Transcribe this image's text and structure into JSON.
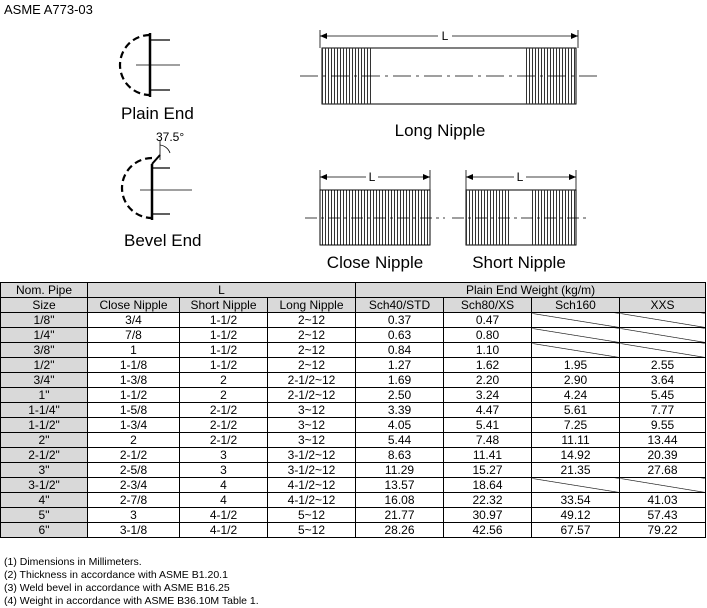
{
  "document": {
    "title": "ASME A773-03"
  },
  "figures": {
    "plain_end": "Plain End",
    "bevel_end": "Bevel End",
    "bevel_angle": "37.5°",
    "long_nipple": "Long Nipple",
    "close_nipple": "Close Nipple",
    "short_nipple": "Short Nipple",
    "length_symbol": "L"
  },
  "table": {
    "headers": {
      "nom_pipe": "Nom. Pipe",
      "size": "Size",
      "l": "L",
      "weight": "Plain End Weight (kg/m)",
      "close_nipple": "Close Nipple",
      "short_nipple": "Short Nipple",
      "long_nipple": "Long Nipple",
      "sch40": "Sch40/STD",
      "sch80": "Sch80/XS",
      "sch160": "Sch160",
      "xxs": "XXS"
    },
    "rows": [
      [
        "1/8\"",
        "3/4",
        "1-1/2",
        "2~12",
        "0.37",
        "0.47",
        "",
        ""
      ],
      [
        "1/4\"",
        "7/8",
        "1-1/2",
        "2~12",
        "0.63",
        "0.80",
        "",
        ""
      ],
      [
        "3/8\"",
        "1",
        "1-1/2",
        "2~12",
        "0.84",
        "1.10",
        "",
        ""
      ],
      [
        "1/2\"",
        "1-1/8",
        "1-1/2",
        "2~12",
        "1.27",
        "1.62",
        "1.95",
        "2.55"
      ],
      [
        "3/4\"",
        "1-3/8",
        "2",
        "2-1/2~12",
        "1.69",
        "2.20",
        "2.90",
        "3.64"
      ],
      [
        "1\"",
        "1-1/2",
        "2",
        "2-1/2~12",
        "2.50",
        "3.24",
        "4.24",
        "5.45"
      ],
      [
        "1-1/4\"",
        "1-5/8",
        "2-1/2",
        "3~12",
        "3.39",
        "4.47",
        "5.61",
        "7.77"
      ],
      [
        "1-1/2\"",
        "1-3/4",
        "2-1/2",
        "3~12",
        "4.05",
        "5.41",
        "7.25",
        "9.55"
      ],
      [
        "2\"",
        "2",
        "2-1/2",
        "3~12",
        "5.44",
        "7.48",
        "11.11",
        "13.44"
      ],
      [
        "2-1/2\"",
        "2-1/2",
        "3",
        "3-1/2~12",
        "8.63",
        "11.41",
        "14.92",
        "20.39"
      ],
      [
        "3\"",
        "2-5/8",
        "3",
        "3-1/2~12",
        "11.29",
        "15.27",
        "21.35",
        "27.68"
      ],
      [
        "3-1/2\"",
        "2-3/4",
        "4",
        "4-1/2~12",
        "13.57",
        "18.64",
        "",
        ""
      ],
      [
        "4\"",
        "2-7/8",
        "4",
        "4-1/2~12",
        "16.08",
        "22.32",
        "33.54",
        "41.03"
      ],
      [
        "5\"",
        "3",
        "4-1/2",
        "5~12",
        "21.77",
        "30.97",
        "49.12",
        "57.43"
      ],
      [
        "6\"",
        "3-1/8",
        "4-1/2",
        "5~12",
        "28.26",
        "42.56",
        "67.57",
        "79.22"
      ]
    ]
  },
  "notes": [
    "(1) Dimensions in Millimeters.",
    "(2) Thickness in accordance with ASME B1.20.1",
    "(3) Weld bevel in accordance with ASME B16.25",
    "(4) Weight in accordance with ASME B36.10M Table 1."
  ]
}
